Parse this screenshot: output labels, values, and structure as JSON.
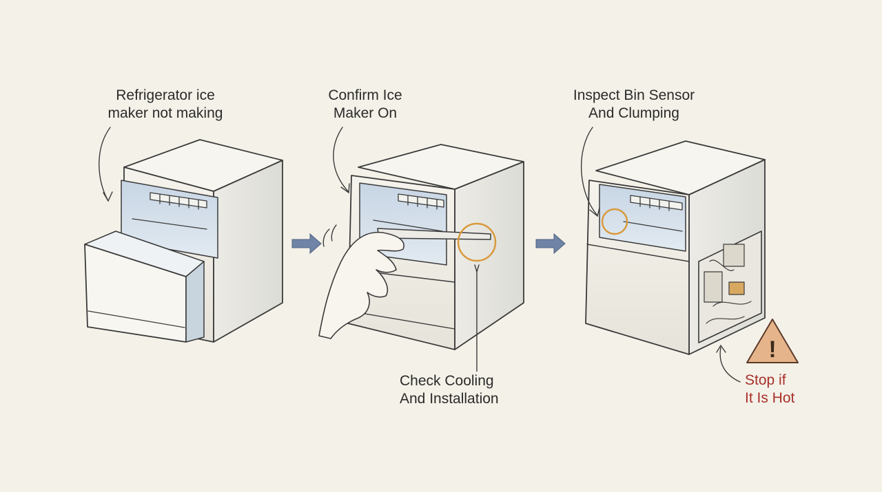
{
  "steps": [
    {
      "line1": "Refrigerator ice",
      "line2": "maker not making"
    },
    {
      "line1": "Confirm Ice",
      "line2": "Maker On"
    },
    {
      "line1": "Inspect Bin Sensor",
      "line2": "And Clumping"
    }
  ],
  "callouts": {
    "cooling": {
      "line1": "Check Cooling",
      "line2": "And Installation"
    },
    "warning": {
      "line1": "Stop if",
      "line2": "It Is Hot"
    }
  },
  "warning_symbol": "!",
  "colors": {
    "background": "#f4f1e8",
    "ink": "#3a3a3a",
    "arrow": "#6f84a6",
    "highlight_ring": "#d99a3b",
    "warning_fill": "#e6b48a",
    "warning_text": "#a8302a"
  }
}
